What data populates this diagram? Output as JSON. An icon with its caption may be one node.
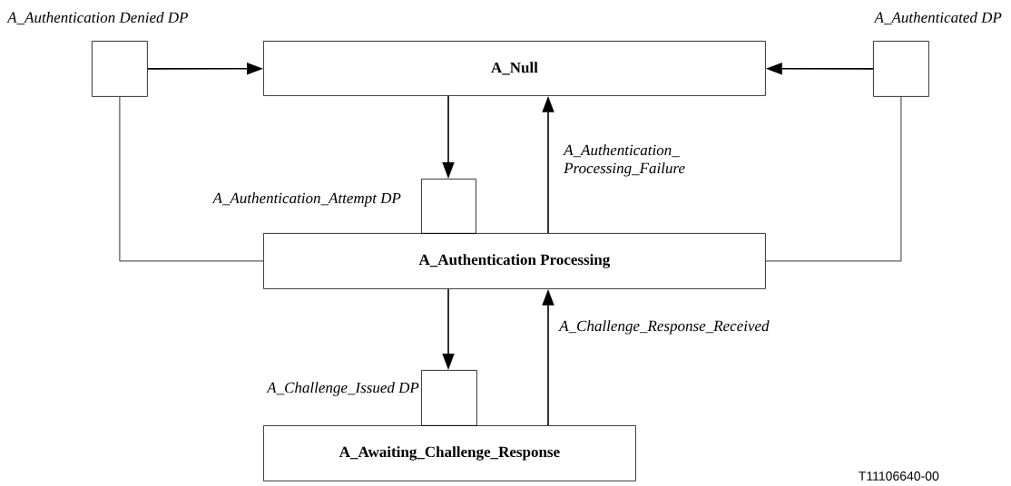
{
  "diagram": {
    "nodes": [
      {
        "text": [
          "A_Null"
        ]
      },
      {
        "text": [
          "A_Authentication Processing"
        ]
      },
      {
        "text": [
          "A_Awaiting_Challenge_Response"
        ]
      },
      {
        "text": [
          "A_Authentication Denied DP"
        ]
      },
      {
        "text": [
          "A_Authenticated DP"
        ]
      },
      {
        "text": [
          "A_Authentication_Attempt DP"
        ]
      },
      {
        "text": [
          "A_Challenge_Issued DP"
        ]
      }
    ],
    "edges": [
      {
        "from": 3,
        "to": 0,
        "arrow": "to"
      },
      {
        "from": 4,
        "to": 0,
        "arrow": "to"
      },
      {
        "from": 0,
        "to": 5,
        "arrow": "to"
      },
      {
        "from": 1,
        "to": 0,
        "arrow": "to",
        "label": "A_Authentication_ Processing_Failure"
      },
      {
        "from": 1,
        "to": 3,
        "arrow": "none"
      },
      {
        "from": 1,
        "to": 4,
        "arrow": "none"
      },
      {
        "from": 1,
        "to": 6,
        "arrow": "to"
      },
      {
        "from": 2,
        "to": 1,
        "arrow": "to",
        "label": "A_Challenge_Response_Received"
      }
    ],
    "labels": [
      "T11106640-00"
    ]
  }
}
